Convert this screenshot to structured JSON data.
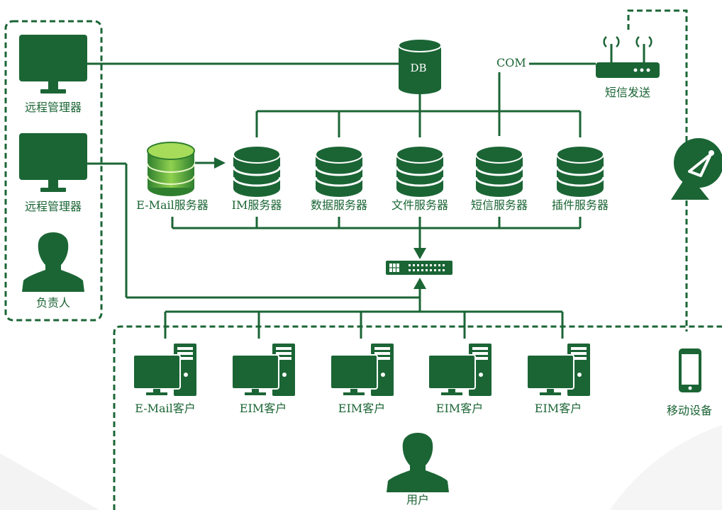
{
  "db_label": "DB",
  "com_label": "COM",
  "sms_sender_label": "短信发送",
  "left_panel": {
    "remote_manager_1": "远程管理器",
    "remote_manager_2": "远程管理器",
    "responsible_person": "负责人"
  },
  "servers": {
    "email": "E-Mail服务器",
    "im": "IM服务器",
    "data": "数据服务器",
    "file": "文件服务器",
    "sms": "短信服务器",
    "plugin": "插件服务器"
  },
  "clients": {
    "email": "E-Mail客户",
    "eim_1": "EIM客户",
    "eim_2": "EIM客户",
    "eim_3": "EIM客户",
    "eim_4": "EIM客户"
  },
  "mobile_device_label": "移动设备",
  "user_label": "用户",
  "colors": {
    "primary": "#1b6535",
    "accent_green": "#7cc242"
  }
}
